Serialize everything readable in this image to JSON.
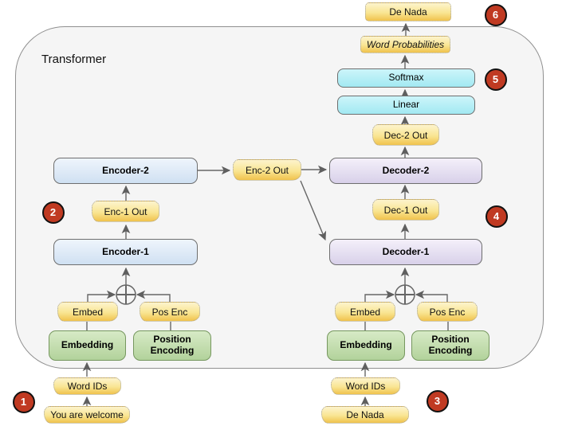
{
  "frame": {
    "label": "Transformer"
  },
  "colors": {
    "frame_fill": "#f5f5f5",
    "frame_border": "#909090",
    "encoder_fill": "#cfe0f2",
    "decoder_fill": "#d8d0e9",
    "output_fill": "#a2e9f2",
    "embedding_fill": "#b2d29b",
    "tag_gradient_top": "#fdf4cd",
    "tag_gradient_bottom": "#f0c24c",
    "badge_fill": "#c03a22",
    "connector": "#666666"
  },
  "badges": [
    "1",
    "2",
    "3",
    "4",
    "5",
    "6"
  ],
  "encoder_column": {
    "input_sentence": "You are welcome",
    "word_ids": "Word IDs",
    "embedding": "Embedding",
    "position_encoding": "Position Encoding",
    "embed_tag": "Embed",
    "pos_enc_tag": "Pos Enc",
    "encoder1": "Encoder-1",
    "enc1_out": "Enc-1 Out",
    "encoder2": "Encoder-2",
    "enc2_out": "Enc-2 Out"
  },
  "decoder_column": {
    "input_sentence": "De Nada",
    "word_ids": "Word IDs",
    "embedding": "Embedding",
    "position_encoding": "Position Encoding",
    "embed_tag": "Embed",
    "pos_enc_tag": "Pos Enc",
    "decoder1": "Decoder-1",
    "dec1_out": "Dec-1 Out",
    "decoder2": "Decoder-2",
    "dec2_out": "Dec-2 Out",
    "linear": "Linear",
    "softmax": "Softmax",
    "word_probabilities": "Word Probabilities",
    "output_word": "De Nada"
  }
}
